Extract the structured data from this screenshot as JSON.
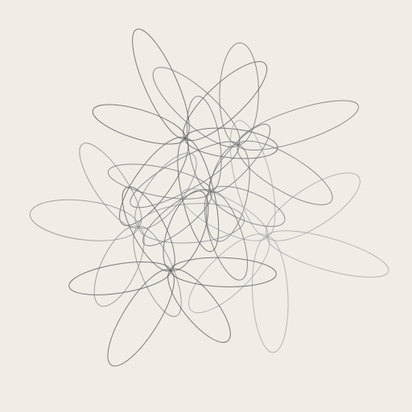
{
  "artwork": {
    "background_color": "#f0ede7",
    "stroke_colors": [
      "#5f5f5f",
      "#757575",
      "#8f8f8f",
      "#a8a8a8"
    ],
    "clusters": [
      {
        "petal_count": 6
      },
      {
        "petal_count": 6
      },
      {
        "petal_count": 6
      },
      {
        "petal_count": 6
      }
    ]
  }
}
